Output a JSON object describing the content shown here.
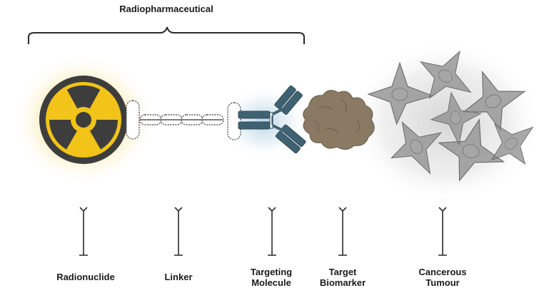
{
  "title": "Radiopharmaceutical",
  "labels": {
    "radionuclide": "Radionuclide",
    "linker": "Linker",
    "targeting_line1": "Targeting",
    "targeting_line2": "Molecule",
    "biomarker_line1": "Target",
    "biomarker_line2": "Biomarker",
    "tumour_line1": "Cancerous",
    "tumour_line2": "Tumour"
  },
  "icons": {
    "radionuclide": "radiation-trefoil-icon",
    "linker": "chain-link-icon",
    "targeting_molecule": "antibody-icon",
    "biomarker": "protein-blob-icon",
    "tumour": "tumour-cells-icon"
  },
  "colors": {
    "radiation_yellow": "#f2c318",
    "radiation_dark": "#3d3d3d",
    "antibody_blue": "#3f6272",
    "biomarker_brown": "#8a7a63",
    "cell_gray": "#7a7a7a",
    "text": "#1a1a1a"
  }
}
